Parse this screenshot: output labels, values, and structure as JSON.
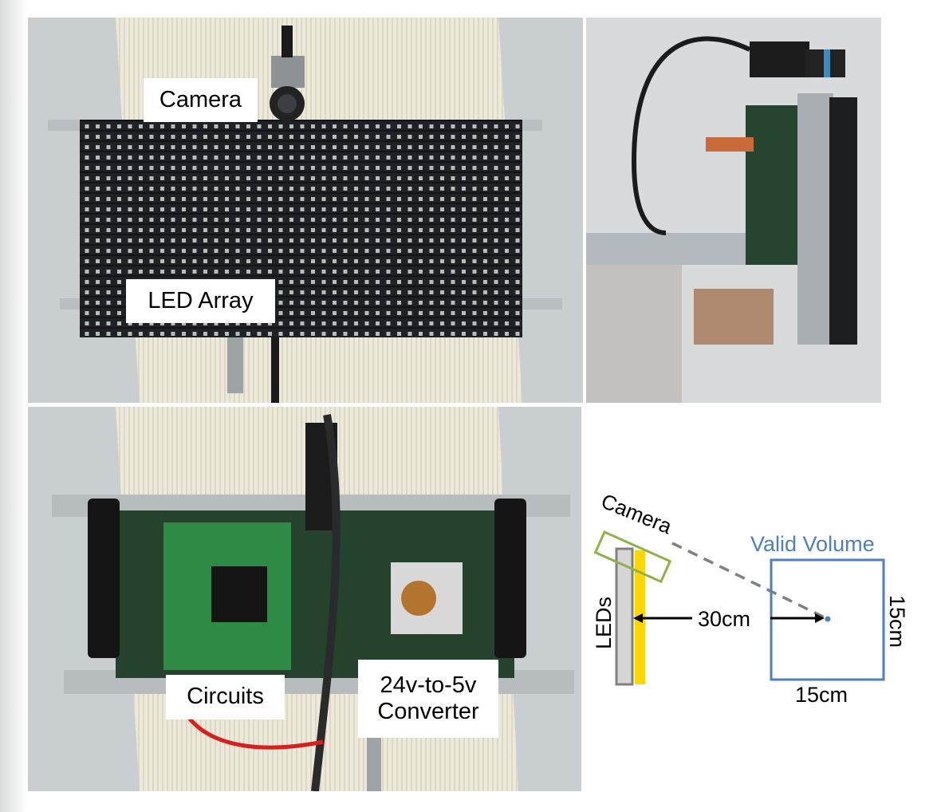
{
  "figure": {
    "panels": {
      "front": {
        "label_camera": "Camera",
        "label_led": "LED Array"
      },
      "side": {},
      "back": {
        "label_circuits": "Circuits",
        "label_converter_line1": "24v-to-5v",
        "label_converter_line2": "Converter"
      },
      "schematic": {
        "camera_label": "Camera",
        "leds_label": "LEDs",
        "volume_label": "Valid Volume",
        "distance_label": "30cm",
        "width_label": "15cm",
        "height_label": "15cm",
        "colors": {
          "camera": "#8fb04a",
          "volume": "#4f7fbf",
          "led_panel": "#d6d6d6",
          "led_light": "#ffd700",
          "sightline": "#808080"
        }
      }
    }
  }
}
